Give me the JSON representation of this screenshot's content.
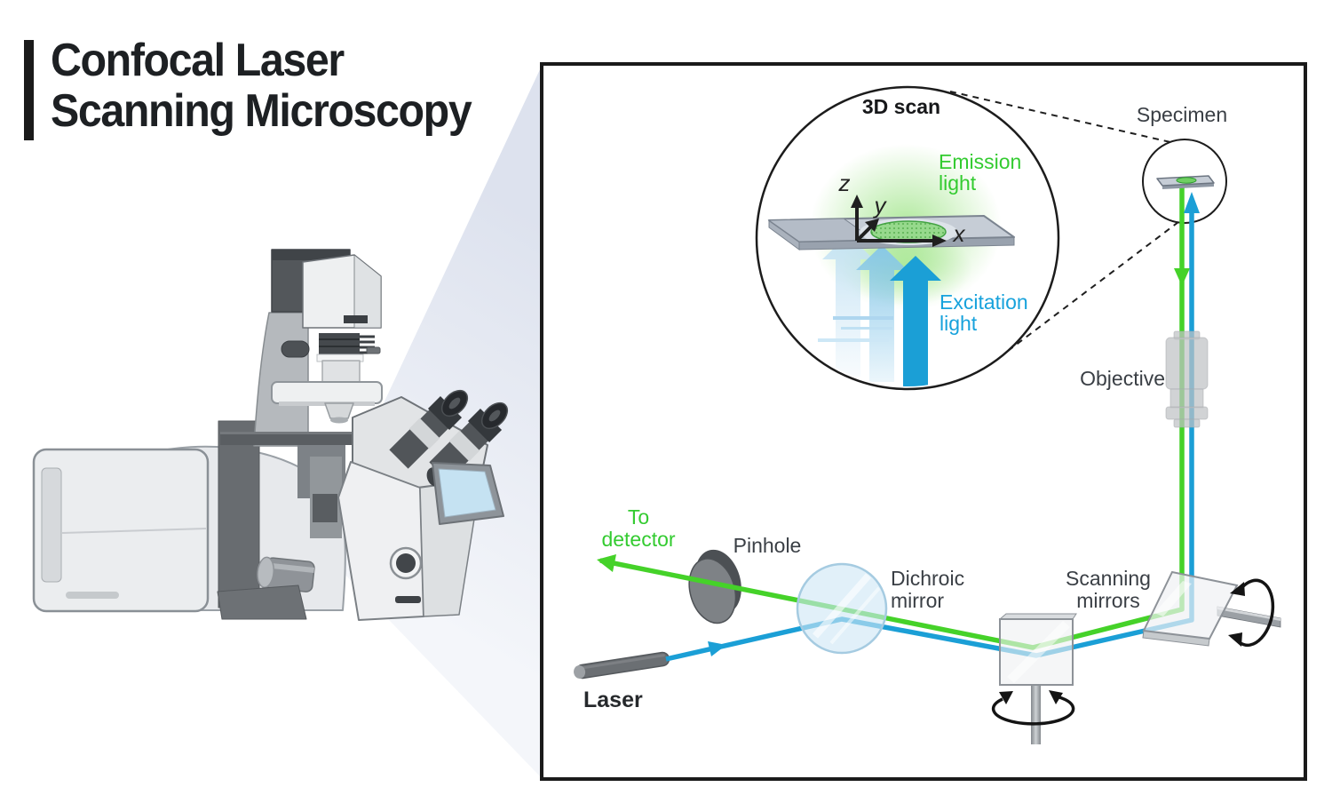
{
  "title": {
    "line1": "Confocal Laser",
    "line2": "Scanning Microscopy"
  },
  "colors": {
    "emission_green": "#33cb30",
    "excitation_blue": "#18a0d8",
    "beam_green": "#45d229",
    "beam_blue": "#1b9fd6",
    "label_gray": "#3a3f45",
    "panel_border": "#1a1a1a"
  },
  "inset": {
    "title": "3D scan",
    "emission_line1": "Emission",
    "emission_line2": "light",
    "excitation_line1": "Excitation",
    "excitation_line2": "light",
    "axis_x": "x",
    "axis_y": "y",
    "axis_z": "z"
  },
  "labels": {
    "specimen": "Specimen",
    "objective": "Objective",
    "scanning_line1": "Scanning",
    "scanning_line2": "mirrors",
    "dichroic_line1": "Dichroic",
    "dichroic_line2": "mirror",
    "pinhole": "Pinhole",
    "to_detector_line1": "To",
    "to_detector_line2": "detector",
    "laser": "Laser"
  }
}
